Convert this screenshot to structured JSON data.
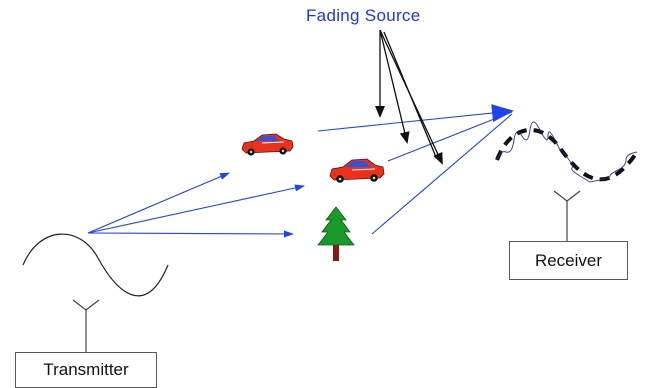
{
  "diagram": {
    "fading_source_label": "Fading Source",
    "receiver_label": "Receiver",
    "transmitter_label": "Transmitter"
  },
  "colors": {
    "signal_path": "#2244ee",
    "label_blue": "#2233e8",
    "car_body": "#e8321c",
    "car_window": "#3552d8",
    "tree_green": "#1a9a2a",
    "trunk": "#8a1a10",
    "wave_stroke": "#222222"
  },
  "icons": [
    "antenna-icon",
    "car-icon",
    "tree-icon",
    "wave-icon",
    "arrow-icon"
  ]
}
